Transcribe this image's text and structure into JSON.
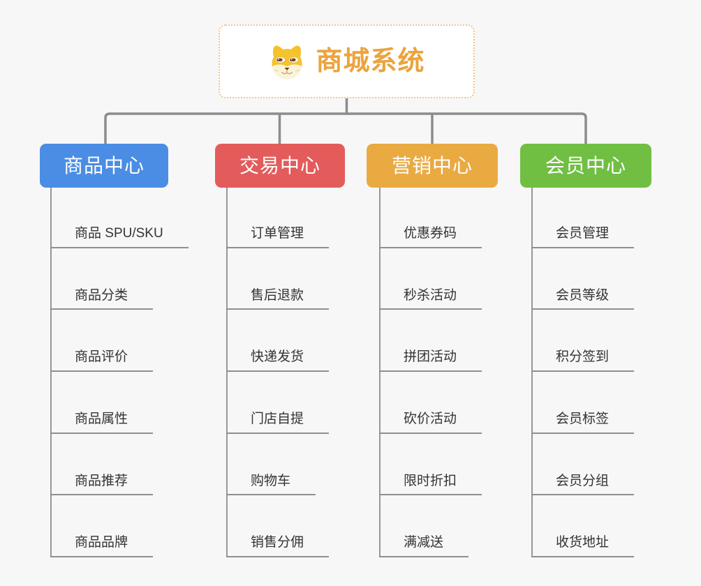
{
  "root": {
    "title": "商城系统",
    "icon": "dog-face-icon",
    "title_color": "#eca33d",
    "border_color": "#f0c488"
  },
  "connector_color": "#8c8c8c",
  "branches": [
    {
      "label": "商品中心",
      "color": "#4b8de4",
      "children": [
        "商品 SPU/SKU",
        "商品分类",
        "商品评价",
        "商品属性",
        "商品推荐",
        "商品品牌"
      ]
    },
    {
      "label": "交易中心",
      "color": "#e45b5b",
      "children": [
        "订单管理",
        "售后退款",
        "快递发货",
        "门店自提",
        "购物车",
        "销售分佣"
      ]
    },
    {
      "label": "营销中心",
      "color": "#eaaa42",
      "children": [
        "优惠券码",
        "秒杀活动",
        "拼团活动",
        "砍价活动",
        "限时折扣",
        "满减送"
      ]
    },
    {
      "label": "会员中心",
      "color": "#70bf43",
      "children": [
        "会员管理",
        "会员等级",
        "积分签到",
        "会员标签",
        "会员分组",
        "收货地址"
      ]
    }
  ]
}
